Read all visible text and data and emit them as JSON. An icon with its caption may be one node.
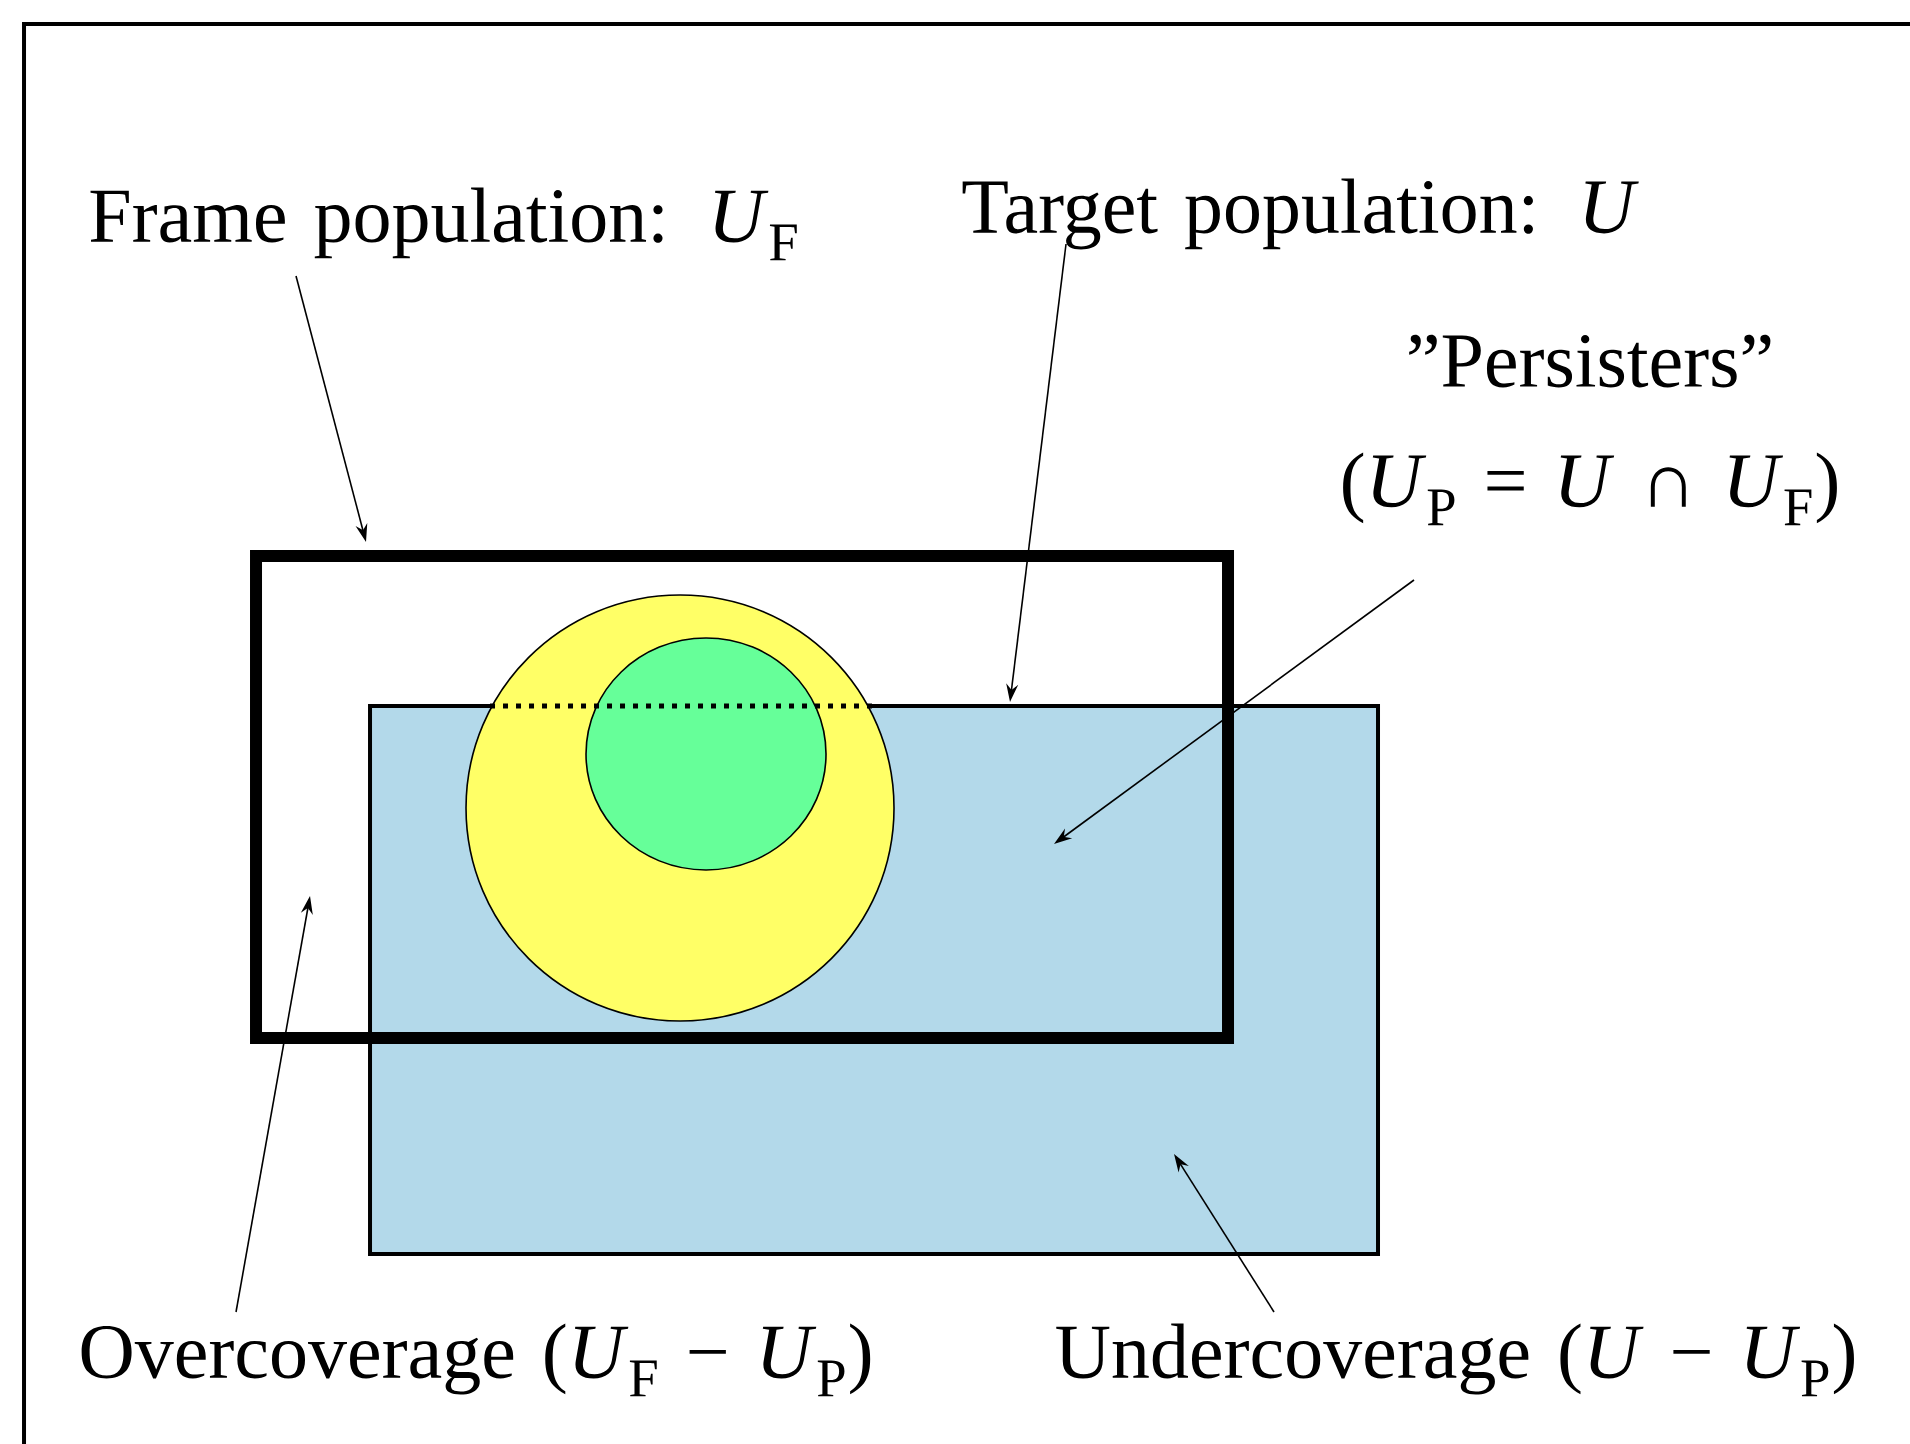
{
  "diagram": {
    "nodes": [
      {
        "text": [
          "Frame population: *U*$_{F}$"
        ]
      },
      {
        "text": [
          "Target population: *U*"
        ]
      },
      {
        "text": [
          "”Persisters” (*U*$_{P}$ = *U* ∩ *U*$_{F}$)"
        ]
      },
      {
        "text": [
          "Overcoverage (*U*$_{F}$ − *U*$_{P}$)"
        ]
      },
      {
        "text": [
          "Undercoverage (*U* − *U*$_{P}$)"
        ]
      },
      {
        "text": [],
        "shape": "box"
      },
      {
        "text": [],
        "shape": "box"
      },
      {
        "text": [],
        "shape": "circle",
        "in": 5
      },
      {
        "text": [],
        "shape": "circle",
        "in": 7
      }
    ],
    "edges": [
      {
        "from": 0,
        "to": 5,
        "arrow": "to"
      },
      {
        "from": 1,
        "to": 6,
        "arrow": "to"
      },
      {
        "from": 2,
        "to": 5,
        "arrow": "to"
      },
      {
        "from": 3,
        "to": 5,
        "arrow": "to"
      },
      {
        "from": 4,
        "to": 6,
        "arrow": "to"
      }
    ]
  }
}
